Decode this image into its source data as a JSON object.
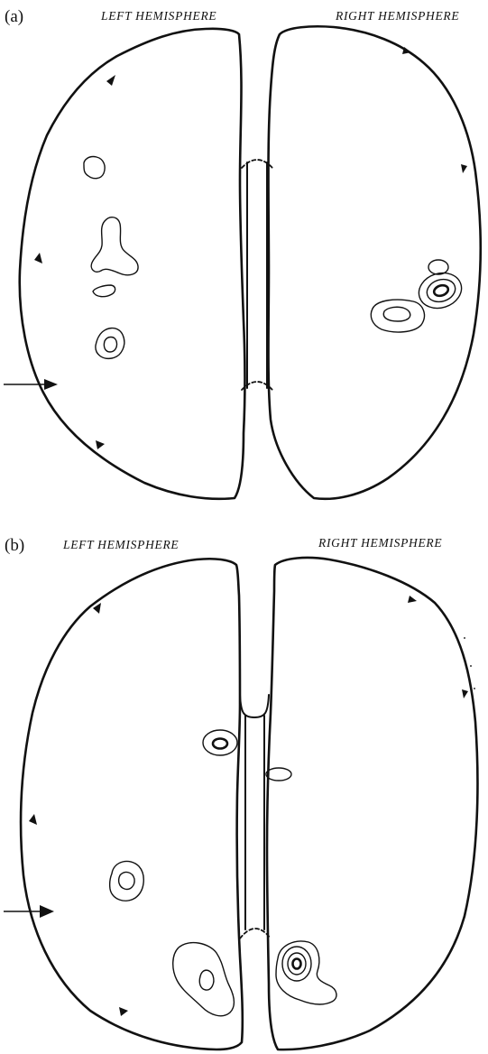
{
  "panels": [
    {
      "label": "(a)",
      "left_hemisphere_label": "LEFT HEMISPHERE",
      "right_hemisphere_label": "RIGHT HEMISPHERE"
    },
    {
      "label": "(b)",
      "left_hemisphere_label": "LEFT HEMISPHERE",
      "right_hemisphere_label": "RIGHT HEMISPHERE"
    }
  ]
}
